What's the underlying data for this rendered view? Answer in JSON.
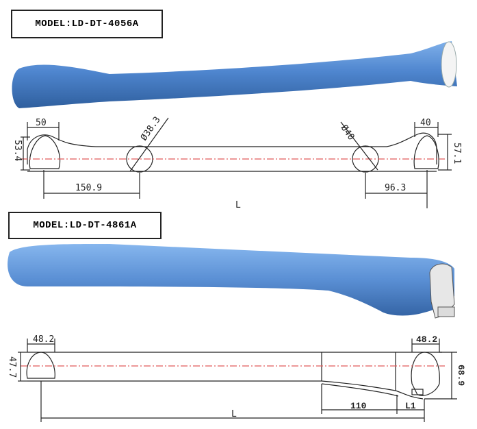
{
  "models": [
    {
      "model_label": "MODEL:LD-DT-4056A",
      "dimensions": {
        "left_width": "50",
        "left_height": "53.4",
        "left_offset": "150.9",
        "dia_left": "Ø38.3",
        "dia_right": "Ø40",
        "right_width": "40",
        "right_height": "57.1",
        "right_offset": "96.3",
        "length": "L"
      }
    },
    {
      "model_label": "MODEL:LD-DT-4861A",
      "dimensions": {
        "left_width": "48.2",
        "left_height": "47.7",
        "right_width": "48.2",
        "right_height": "68.9",
        "bend_length": "110",
        "l1": "L1",
        "length": "L"
      }
    }
  ],
  "colors": {
    "tube_blue": "#4f86cf",
    "line": "#222222",
    "centerline": "#e05a5a"
  }
}
